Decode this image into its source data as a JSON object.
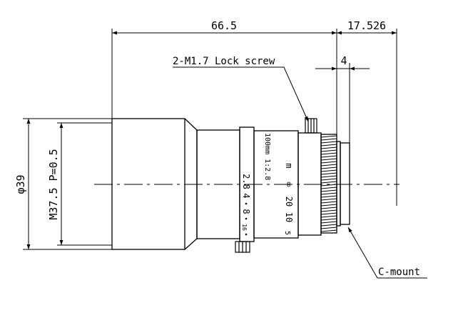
{
  "dimensions": {
    "length": "66.5",
    "flange": "17.526",
    "thread": "4",
    "diameter": "φ39",
    "filter_thread": "M37.5 P=0.5"
  },
  "callouts": {
    "lock_screw": "2-M1.7 Lock screw",
    "mount": "C-mount"
  },
  "lens_markings": {
    "model": "100mm 1:2.8",
    "apertures": [
      "2.8",
      "4",
      "8",
      "16"
    ],
    "distance_unit": "m",
    "distances": [
      "∞",
      "20",
      "10",
      "5"
    ]
  }
}
